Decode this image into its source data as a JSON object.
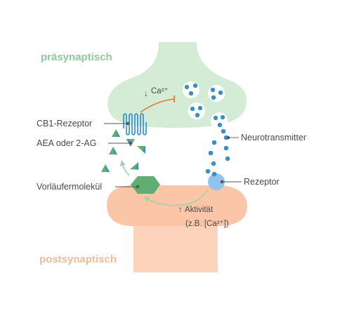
{
  "regions": {
    "presynaptic_label": "präsynaptisch",
    "postsynaptic_label": "postsynaptisch"
  },
  "labels": {
    "cb1_receptor": "CB1-Rezeptor",
    "ligand": "AEA oder 2-AG",
    "precursor": "Vorläufermolekül",
    "neurotransmitter": "Neurotransmitter",
    "receptor": "Rezeptor"
  },
  "annotations": {
    "calcium_arrow": "↓",
    "calcium_text": "Ca²⁺",
    "activity_arrow": "↑",
    "activity_text": "Aktivität",
    "activity_example": "(z.B. [Ca²⁺])"
  },
  "colors": {
    "presynaptic": "#d4ecd6",
    "presynaptic_text": "#8ec99a",
    "postsynaptic": "#fbc6a8",
    "postsynaptic_stem": "#fdd3bb",
    "postsynaptic_text": "#f7b997",
    "vesicle": "#ffffff",
    "transmitter": "#3b8fc6",
    "receptor": "#8fc4ee",
    "cb1": "#2a8bd0",
    "precursor": "#5fae74",
    "inhibit_arrow": "#e8743c",
    "pathway_arrow": "#9ed3a6",
    "leader_line": "#555555"
  }
}
